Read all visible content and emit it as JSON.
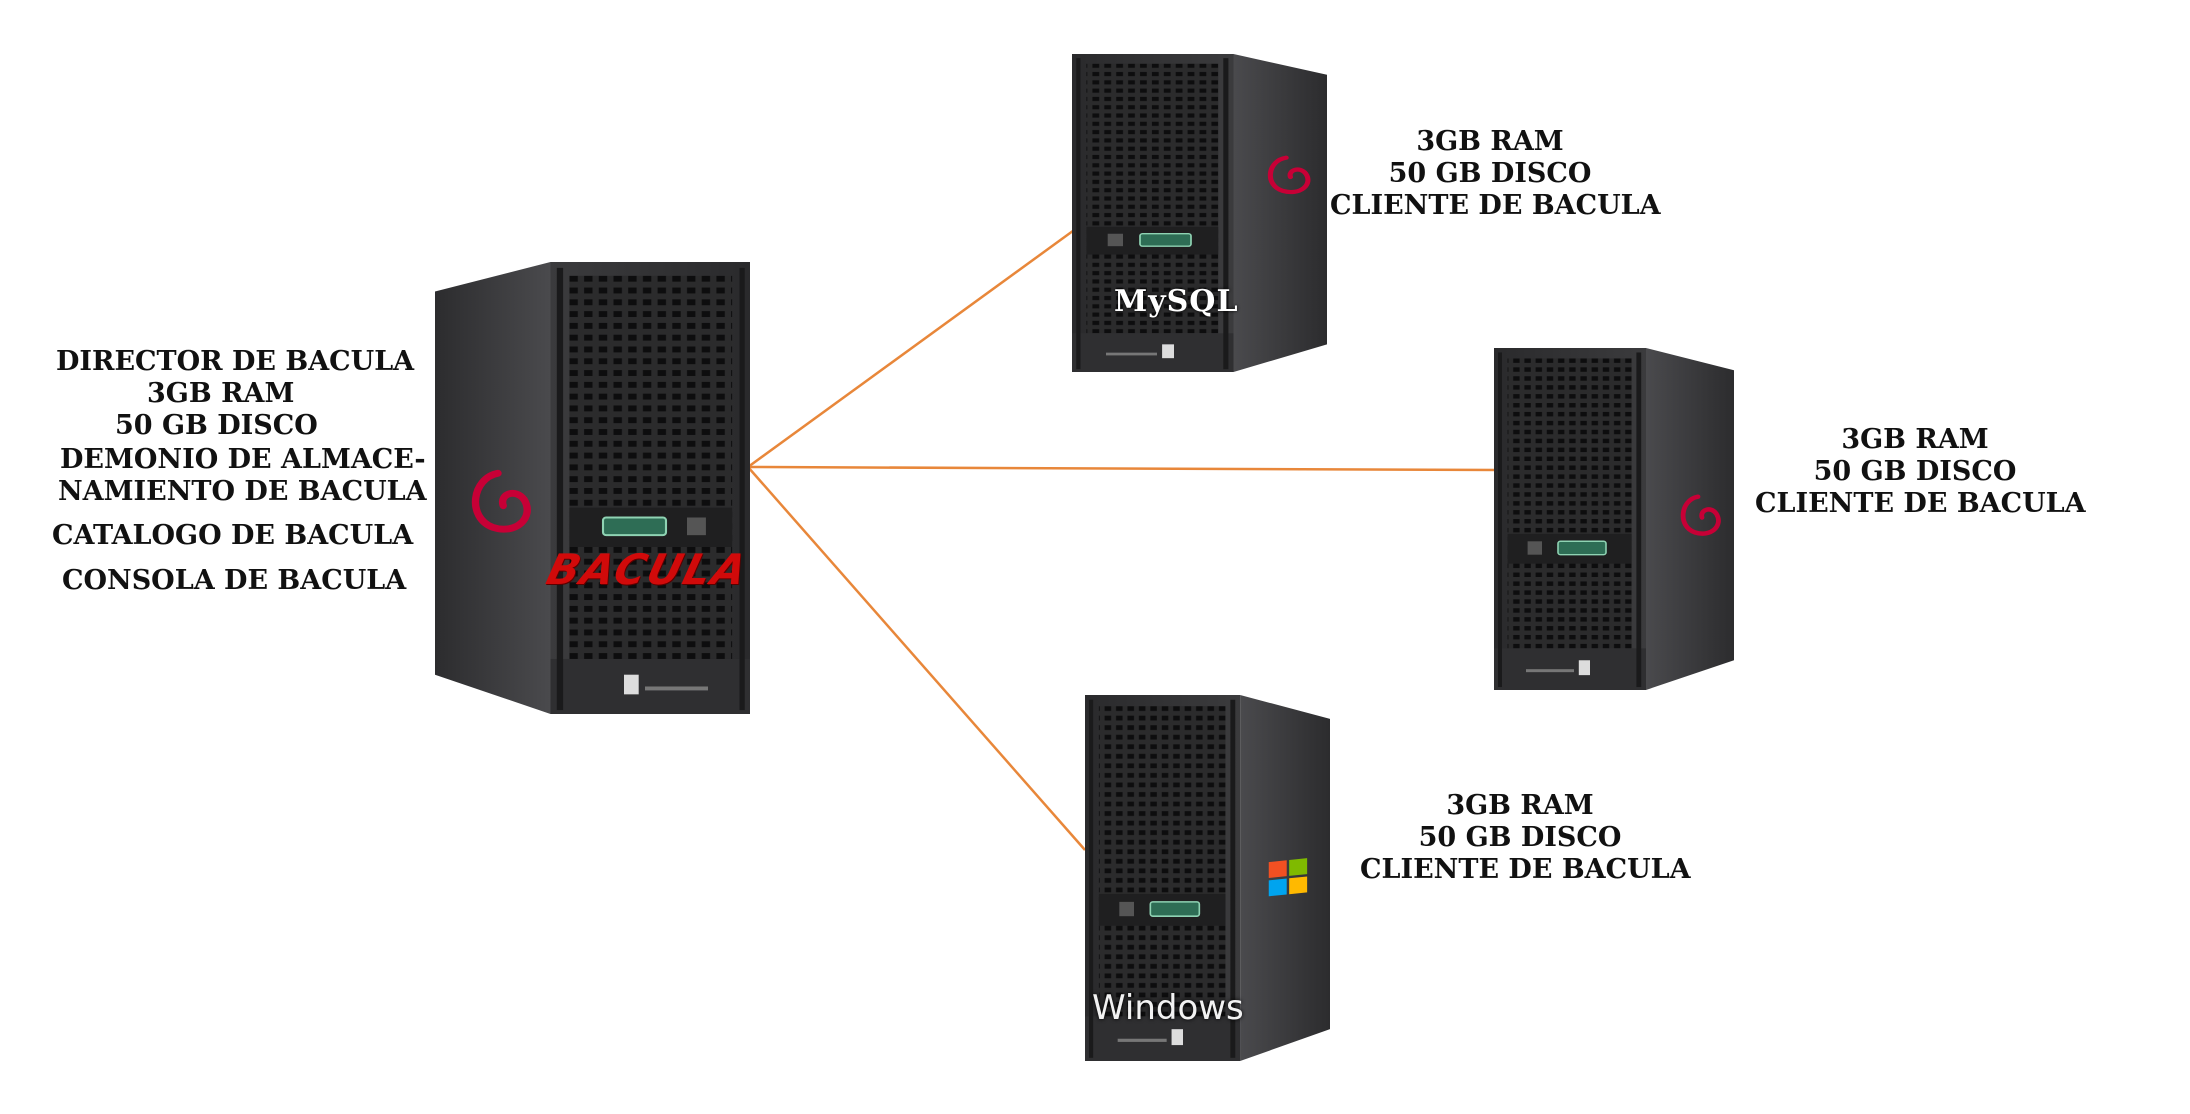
{
  "diagram": {
    "director": {
      "labels": [
        "DIRECTOR DE BACULA",
        "3GB RAM",
        "50 GB DISCO",
        "DEMONIO DE ALMACE-",
        "NAMIENTO DE BACULA",
        "CATALOGO DE BACULA",
        "CONSOLA DE BACULA"
      ],
      "logo_text": "BACULA",
      "os_icon": "debian-swirl-icon"
    },
    "clients": [
      {
        "id": "mysql",
        "os_label": "MySQL",
        "os_icon": "debian-swirl-icon",
        "specs": [
          "3GB RAM",
          "50 GB DISCO",
          "CLIENTE DE BACULA"
        ]
      },
      {
        "id": "debian",
        "os_label": "",
        "os_icon": "debian-swirl-icon",
        "specs": [
          "3GB RAM",
          "50 GB DISCO",
          "CLIENTE DE BACULA"
        ]
      },
      {
        "id": "windows",
        "os_label": "Windows",
        "os_icon": "windows-logo-icon",
        "specs": [
          "3GB RAM",
          "50 GB DISCO",
          "CLIENTE DE BACULA"
        ]
      }
    ],
    "colors": {
      "link": "#e8873a",
      "debian_red": "#c70036",
      "bacula_red": "#d10a0a",
      "server_body": "#3a3a3c"
    }
  }
}
